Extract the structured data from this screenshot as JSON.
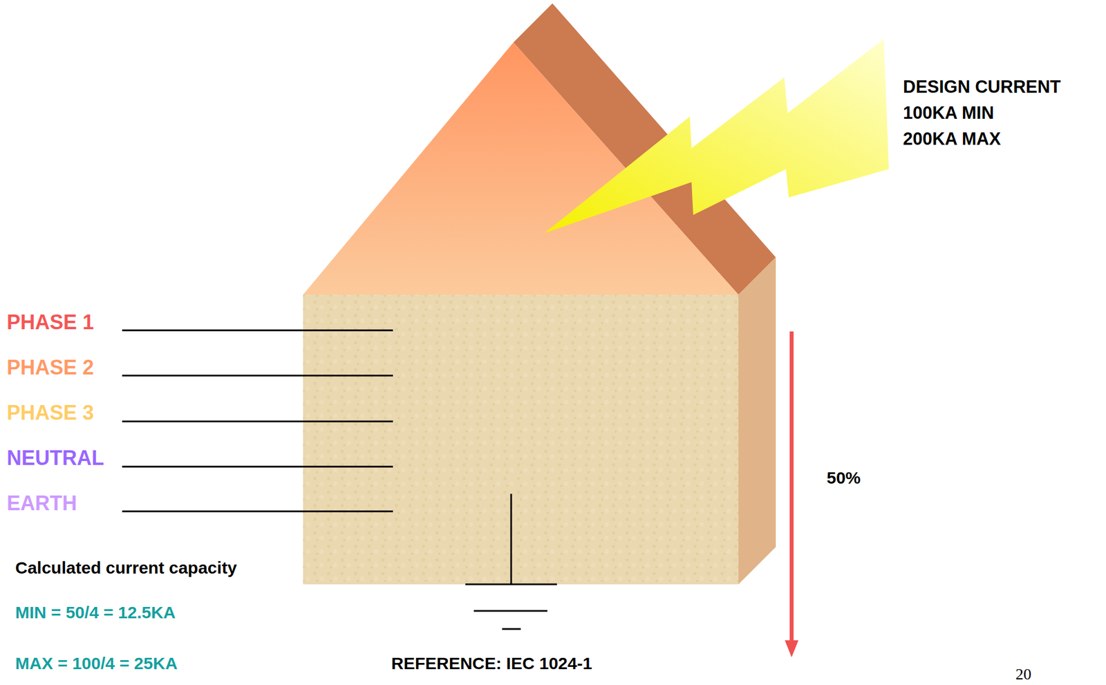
{
  "diagram": {
    "labels": [
      "DESIGN CURRENT",
      "100KA MIN",
      "200KA MAX",
      "PHASE 1",
      "PHASE 2",
      "PHASE 3",
      "NEUTRAL",
      "EARTH",
      "50%",
      "Calculated current capacity",
      "MIN = 50/4 = 12.5KA",
      "MAX = 100/4 = 25KA",
      "REFERENCE: IEC 1024-1",
      "20"
    ]
  }
}
